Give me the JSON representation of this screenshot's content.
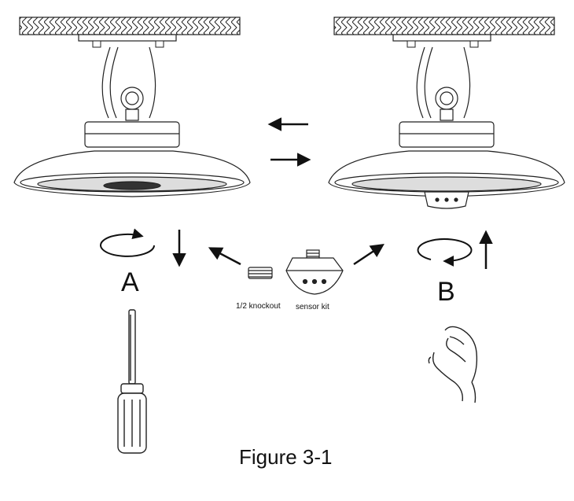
{
  "labels": {
    "step_a": "A",
    "step_b": "B",
    "knockout": "1/2 knockout",
    "sensor_kit": "sensor kit",
    "caption": "Figure 3-1"
  },
  "icons": {
    "ceiling_left": "ceiling-hatch",
    "ceiling_right": "ceiling-hatch",
    "light_left": "ufo-high-bay-light",
    "light_right": "ufo-high-bay-light-with-sensor",
    "screwdriver": "screwdriver",
    "hand": "hand-pinching",
    "rotate": "rotation-arrow"
  }
}
